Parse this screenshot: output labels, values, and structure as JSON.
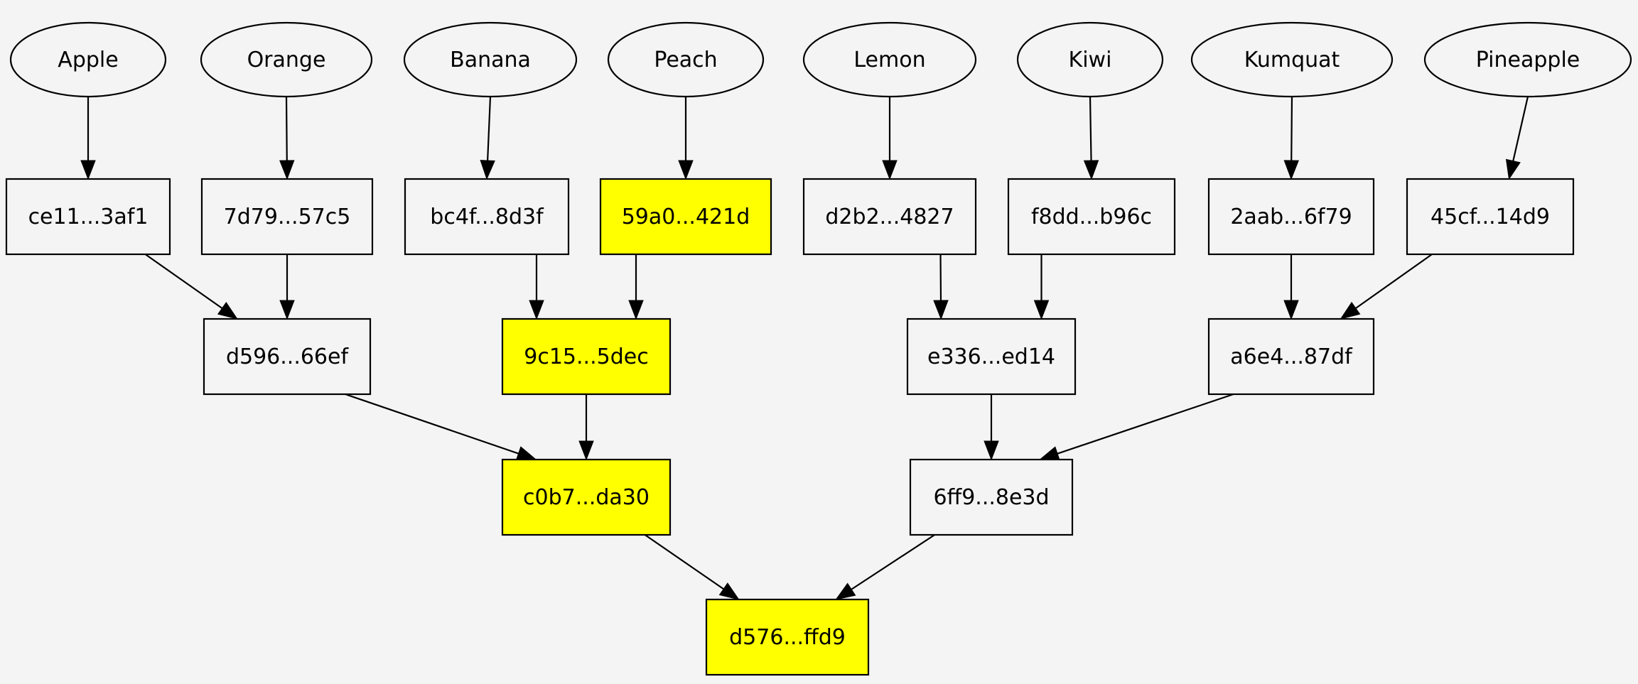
{
  "colors": {
    "background": "#f4f4f4",
    "default_fill": "#f4f4f4",
    "highlight_fill": "#ffff00",
    "stroke": "#000000"
  },
  "nodes": [
    {
      "id": "apple",
      "label": "Apple",
      "shape": "ellipse",
      "highlighted": false
    },
    {
      "id": "orange",
      "label": "Orange",
      "shape": "ellipse",
      "highlighted": false
    },
    {
      "id": "banana",
      "label": "Banana",
      "shape": "ellipse",
      "highlighted": false
    },
    {
      "id": "peach",
      "label": "Peach",
      "shape": "ellipse",
      "highlighted": false
    },
    {
      "id": "lemon",
      "label": "Lemon",
      "shape": "ellipse",
      "highlighted": false
    },
    {
      "id": "kiwi",
      "label": "Kiwi",
      "shape": "ellipse",
      "highlighted": false
    },
    {
      "id": "kumquat",
      "label": "Kumquat",
      "shape": "ellipse",
      "highlighted": false
    },
    {
      "id": "pineapple",
      "label": "Pineapple",
      "shape": "ellipse",
      "highlighted": false
    },
    {
      "id": "h-apple",
      "label": "ce11...3af1",
      "shape": "box",
      "highlighted": false
    },
    {
      "id": "h-orange",
      "label": "7d79...57c5",
      "shape": "box",
      "highlighted": false
    },
    {
      "id": "h-banana",
      "label": "bc4f...8d3f",
      "shape": "box",
      "highlighted": false
    },
    {
      "id": "h-peach",
      "label": "59a0...421d",
      "shape": "box",
      "highlighted": true
    },
    {
      "id": "h-lemon",
      "label": "d2b2...4827",
      "shape": "box",
      "highlighted": false
    },
    {
      "id": "h-kiwi",
      "label": "f8dd...b96c",
      "shape": "box",
      "highlighted": false
    },
    {
      "id": "h-kumquat",
      "label": "2aab...6f79",
      "shape": "box",
      "highlighted": false
    },
    {
      "id": "h-pineapple",
      "label": "45cf...14d9",
      "shape": "box",
      "highlighted": false
    },
    {
      "id": "h-ao",
      "label": "d596...66ef",
      "shape": "box",
      "highlighted": false
    },
    {
      "id": "h-bp",
      "label": "9c15...5dec",
      "shape": "box",
      "highlighted": true
    },
    {
      "id": "h-lk",
      "label": "e336...ed14",
      "shape": "box",
      "highlighted": false
    },
    {
      "id": "h-kp",
      "label": "a6e4...87df",
      "shape": "box",
      "highlighted": false
    },
    {
      "id": "h-aobp",
      "label": "c0b7...da30",
      "shape": "box",
      "highlighted": true
    },
    {
      "id": "h-lkkp",
      "label": "6ff9...8e3d",
      "shape": "box",
      "highlighted": false
    },
    {
      "id": "h-root",
      "label": "d576...ffd9",
      "shape": "box",
      "highlighted": true
    }
  ],
  "edges": [
    {
      "from": "apple",
      "to": "h-apple"
    },
    {
      "from": "orange",
      "to": "h-orange"
    },
    {
      "from": "banana",
      "to": "h-banana"
    },
    {
      "from": "peach",
      "to": "h-peach"
    },
    {
      "from": "lemon",
      "to": "h-lemon"
    },
    {
      "from": "kiwi",
      "to": "h-kiwi"
    },
    {
      "from": "kumquat",
      "to": "h-kumquat"
    },
    {
      "from": "pineapple",
      "to": "h-pineapple"
    },
    {
      "from": "h-apple",
      "to": "h-ao"
    },
    {
      "from": "h-orange",
      "to": "h-ao"
    },
    {
      "from": "h-banana",
      "to": "h-bp"
    },
    {
      "from": "h-peach",
      "to": "h-bp"
    },
    {
      "from": "h-lemon",
      "to": "h-lk"
    },
    {
      "from": "h-kiwi",
      "to": "h-lk"
    },
    {
      "from": "h-kumquat",
      "to": "h-kp"
    },
    {
      "from": "h-pineapple",
      "to": "h-kp"
    },
    {
      "from": "h-ao",
      "to": "h-aobp"
    },
    {
      "from": "h-bp",
      "to": "h-aobp"
    },
    {
      "from": "h-lk",
      "to": "h-lkkp"
    },
    {
      "from": "h-kp",
      "to": "h-lkkp"
    },
    {
      "from": "h-aobp",
      "to": "h-root"
    },
    {
      "from": "h-lkkp",
      "to": "h-root"
    }
  ]
}
